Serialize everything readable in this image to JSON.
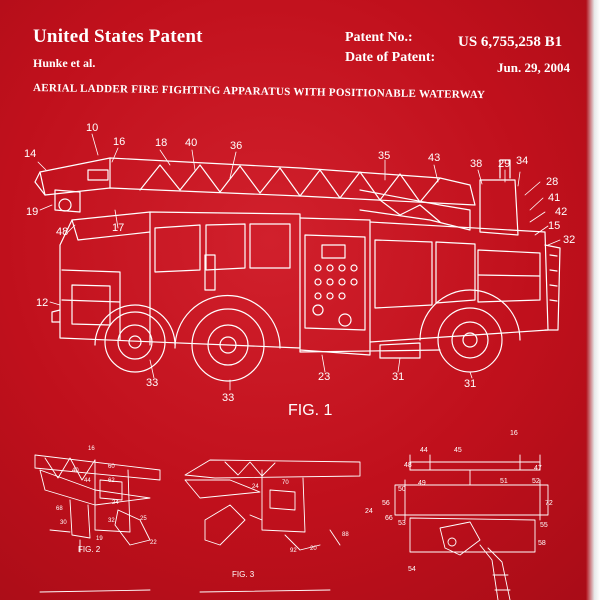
{
  "header": {
    "title": "United States Patent",
    "inventor": "Hunke et al.",
    "patent_no_label": "Patent No.:",
    "patent_no_value": "US 6,755,258 B1",
    "date_label": "Date of Patent:",
    "date_value": "Jun. 29, 2004",
    "subtitle": "AERIAL LADDER FIRE FIGHTING APPARATUS WITH POSITIONABLE WATERWAY"
  },
  "figures": {
    "fig1_label": "FIG. 1",
    "fig2_label": "FIG. 2",
    "fig3_label": "FIG. 3"
  },
  "colors": {
    "background": "#c4121f",
    "line": "#ffffff"
  },
  "fig1_callouts": [
    "10",
    "14",
    "16",
    "18",
    "40",
    "36",
    "35",
    "43",
    "38",
    "29",
    "34",
    "28",
    "41",
    "42",
    "15",
    "32",
    "19",
    "48",
    "17",
    "12",
    "33",
    "33",
    "23",
    "31",
    "31"
  ],
  "small_callouts": [
    "16",
    "40",
    "62",
    "44",
    "60",
    "24",
    "68",
    "30",
    "32",
    "25",
    "22",
    "19",
    "70",
    "24",
    "16",
    "44",
    "45",
    "48",
    "47",
    "49",
    "50",
    "52",
    "51",
    "56",
    "24",
    "66",
    "53",
    "54",
    "72",
    "55",
    "58",
    "88",
    "92",
    "20"
  ]
}
